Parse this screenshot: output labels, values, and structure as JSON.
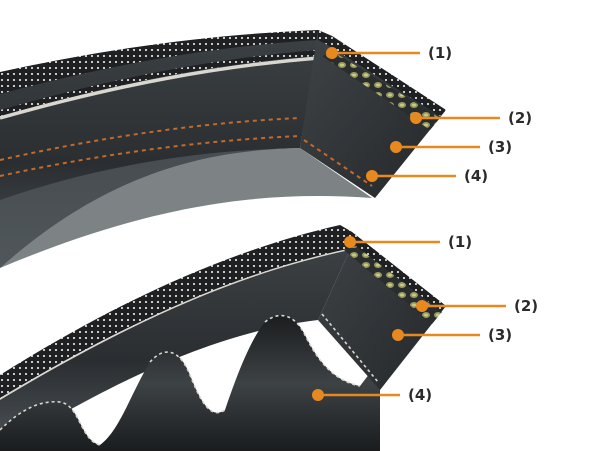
{
  "figure": {
    "belts": [
      {
        "id": "classic",
        "callouts": [
          {
            "label": "(1)"
          },
          {
            "label": "(2)"
          },
          {
            "label": "(3)"
          },
          {
            "label": "(4)"
          }
        ]
      },
      {
        "id": "cogged",
        "callouts": [
          {
            "label": "(1)"
          },
          {
            "label": "(2)"
          },
          {
            "label": "(3)"
          },
          {
            "label": "(4)"
          }
        ]
      }
    ],
    "colors": {
      "callout_line": "#e8891f",
      "callout_dot": "#e8891f",
      "belt_body": "#2c2f31",
      "belt_side": "#3a3e41",
      "cover_fabric": "#1e2022",
      "cord": "#8a8a4a",
      "white_stripe": "#d9d7cf"
    }
  }
}
